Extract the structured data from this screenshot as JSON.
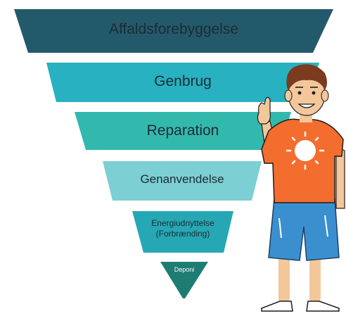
{
  "hierarchy": {
    "levels": [
      {
        "label": "Affaldsforebyggelse",
        "color": "#235a6b"
      },
      {
        "label": "Genbrug",
        "color": "#27b1c1"
      },
      {
        "label": "Reparation",
        "color": "#33b8ad"
      },
      {
        "label": "Genanvendelse",
        "color": "#7ccfd3"
      },
      {
        "label_lines": [
          "Energiudnyttelse",
          "(Forbrænding)"
        ],
        "color": "#26a8b4"
      },
      {
        "label": "Deponi",
        "color": "#1d7d73"
      }
    ]
  },
  "character": {
    "shirt_color": "#f36d2e",
    "shorts_color": "#3a90cf",
    "hair_color": "#7a3b1e",
    "skin_color": "#f3c79a",
    "sun_icon": "sun-icon"
  }
}
